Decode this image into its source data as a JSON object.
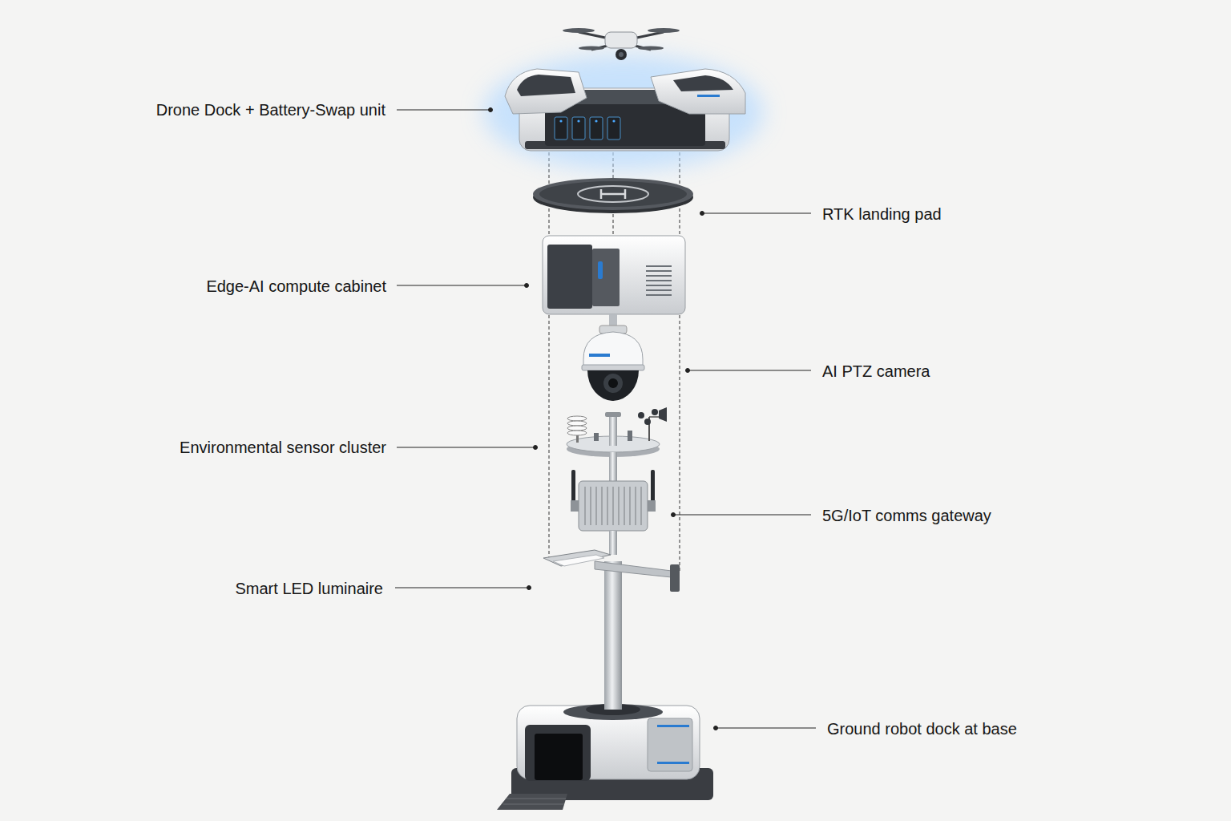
{
  "diagram": {
    "labels": [
      "Drone Dock + Battery-Swap unit",
      "RTK landing pad",
      "Edge-AI compute cabinet",
      "AI PTZ camera",
      "Environmental sensor cluster",
      "5G/IoT comms gateway",
      "Smart LED luminaire",
      "Ground robot dock at base"
    ]
  }
}
